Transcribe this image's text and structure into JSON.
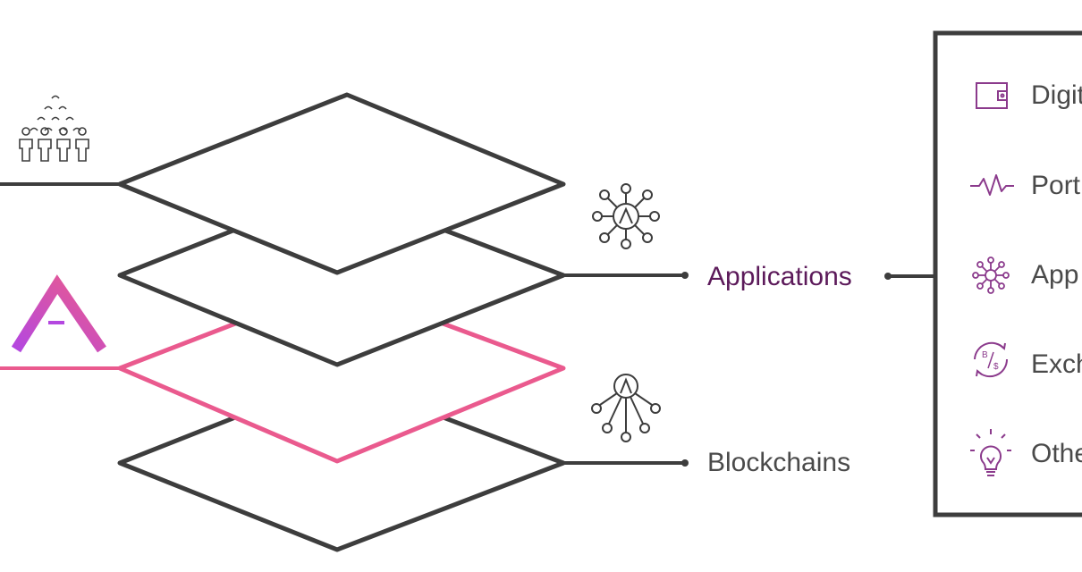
{
  "layers": {
    "applications_label": "Applications",
    "blockchains_label": "Blockchains"
  },
  "panel": {
    "items": [
      {
        "label": "Digit",
        "icon": "wallet-icon"
      },
      {
        "label": "Port",
        "icon": "pulse-icon"
      },
      {
        "label": "App",
        "icon": "network-hub-icon"
      },
      {
        "label": "Exch",
        "icon": "currency-exchange-icon"
      },
      {
        "label": "Othe",
        "icon": "lightbulb-icon"
      }
    ]
  },
  "colors": {
    "stroke": "#3d3d3d",
    "accent_pink": "#ea5a8e",
    "logo_purple": "#b447e0",
    "label_purple": "#5c1a5a",
    "icon_purple": "#8b3a8c",
    "text_dark": "#4a4a4a"
  },
  "icons": {
    "crowd": "crowd-icon",
    "logo": "a-logo-icon",
    "applications_network": "network-icon",
    "blockchains_network": "network-tree-icon"
  }
}
